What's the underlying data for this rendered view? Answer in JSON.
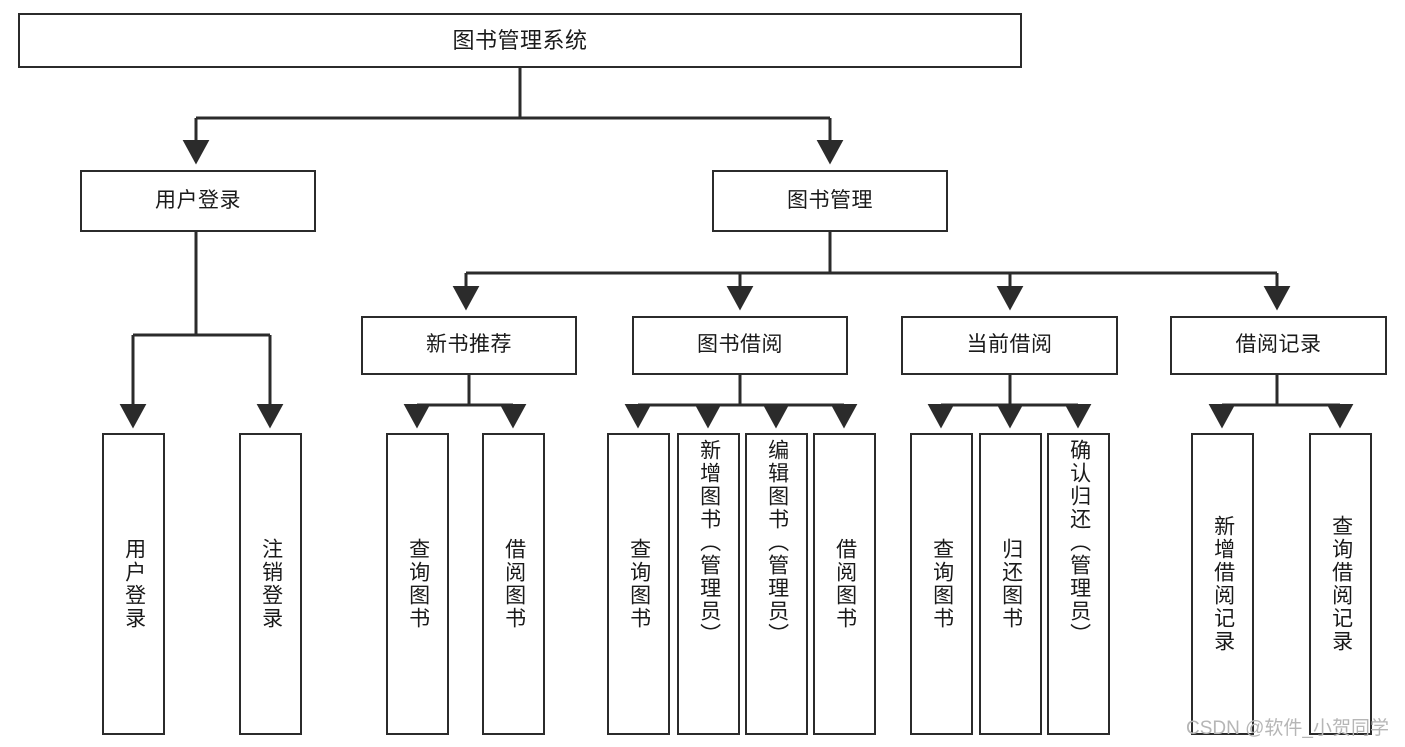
{
  "diagram": {
    "type": "tree-hierarchy",
    "title": "图书管理系统",
    "watermark": "CSDN @软件_小贺同学",
    "colors": {
      "box_border": "#2b2b2b",
      "box_fill": "#ffffff",
      "edge": "#2b2b2b",
      "text": "#1a1a1a",
      "watermark": "#b6b6b6",
      "background": "#ffffff"
    },
    "levels": [
      {
        "level": 0,
        "nodes": [
          {
            "id": "root",
            "label": "图书管理系统",
            "orientation": "horizontal"
          }
        ]
      },
      {
        "level": 1,
        "nodes": [
          {
            "id": "login",
            "label": "用户登录",
            "orientation": "horizontal",
            "parent": "root"
          },
          {
            "id": "bookmgmt",
            "label": "图书管理",
            "orientation": "horizontal",
            "parent": "root"
          }
        ]
      },
      {
        "level": 2,
        "nodes": [
          {
            "id": "newbook",
            "label": "新书推荐",
            "orientation": "horizontal",
            "parent": "bookmgmt"
          },
          {
            "id": "borrow",
            "label": "图书借阅",
            "orientation": "horizontal",
            "parent": "bookmgmt"
          },
          {
            "id": "current",
            "label": "当前借阅",
            "orientation": "horizontal",
            "parent": "bookmgmt"
          },
          {
            "id": "record",
            "label": "借阅记录",
            "orientation": "horizontal",
            "parent": "bookmgmt"
          }
        ]
      },
      {
        "level": 3,
        "nodes": [
          {
            "id": "leaf1",
            "label": "用户登录",
            "orientation": "vertical",
            "parent": "login",
            "align": "middle"
          },
          {
            "id": "leaf2",
            "label": "注销登录",
            "orientation": "vertical",
            "parent": "login",
            "align": "middle"
          },
          {
            "id": "leaf3",
            "label": "查询图书",
            "orientation": "vertical",
            "parent": "newbook",
            "align": "middle"
          },
          {
            "id": "leaf4",
            "label": "借阅图书",
            "orientation": "vertical",
            "parent": "newbook",
            "align": "middle"
          },
          {
            "id": "leaf5",
            "label": "查询图书",
            "orientation": "vertical",
            "parent": "borrow",
            "align": "middle"
          },
          {
            "id": "leaf6",
            "label": "新增图书（管理员）",
            "orientation": "vertical",
            "parent": "borrow",
            "align": "top"
          },
          {
            "id": "leaf7",
            "label": "编辑图书（管理员）",
            "orientation": "vertical",
            "parent": "borrow",
            "align": "top"
          },
          {
            "id": "leaf8",
            "label": "借阅图书",
            "orientation": "vertical",
            "parent": "borrow",
            "align": "middle"
          },
          {
            "id": "leaf9",
            "label": "查询图书",
            "orientation": "vertical",
            "parent": "current",
            "align": "middle"
          },
          {
            "id": "leaf10",
            "label": "归还图书",
            "orientation": "vertical",
            "parent": "current",
            "align": "middle"
          },
          {
            "id": "leaf11",
            "label": "确认归还（管理员）",
            "orientation": "vertical",
            "parent": "current",
            "align": "top"
          },
          {
            "id": "leaf12",
            "label": "新增借阅记录",
            "orientation": "vertical",
            "parent": "record",
            "align": "middle"
          },
          {
            "id": "leaf13",
            "label": "查询借阅记录",
            "orientation": "vertical",
            "parent": "record",
            "align": "middle"
          }
        ]
      }
    ]
  }
}
